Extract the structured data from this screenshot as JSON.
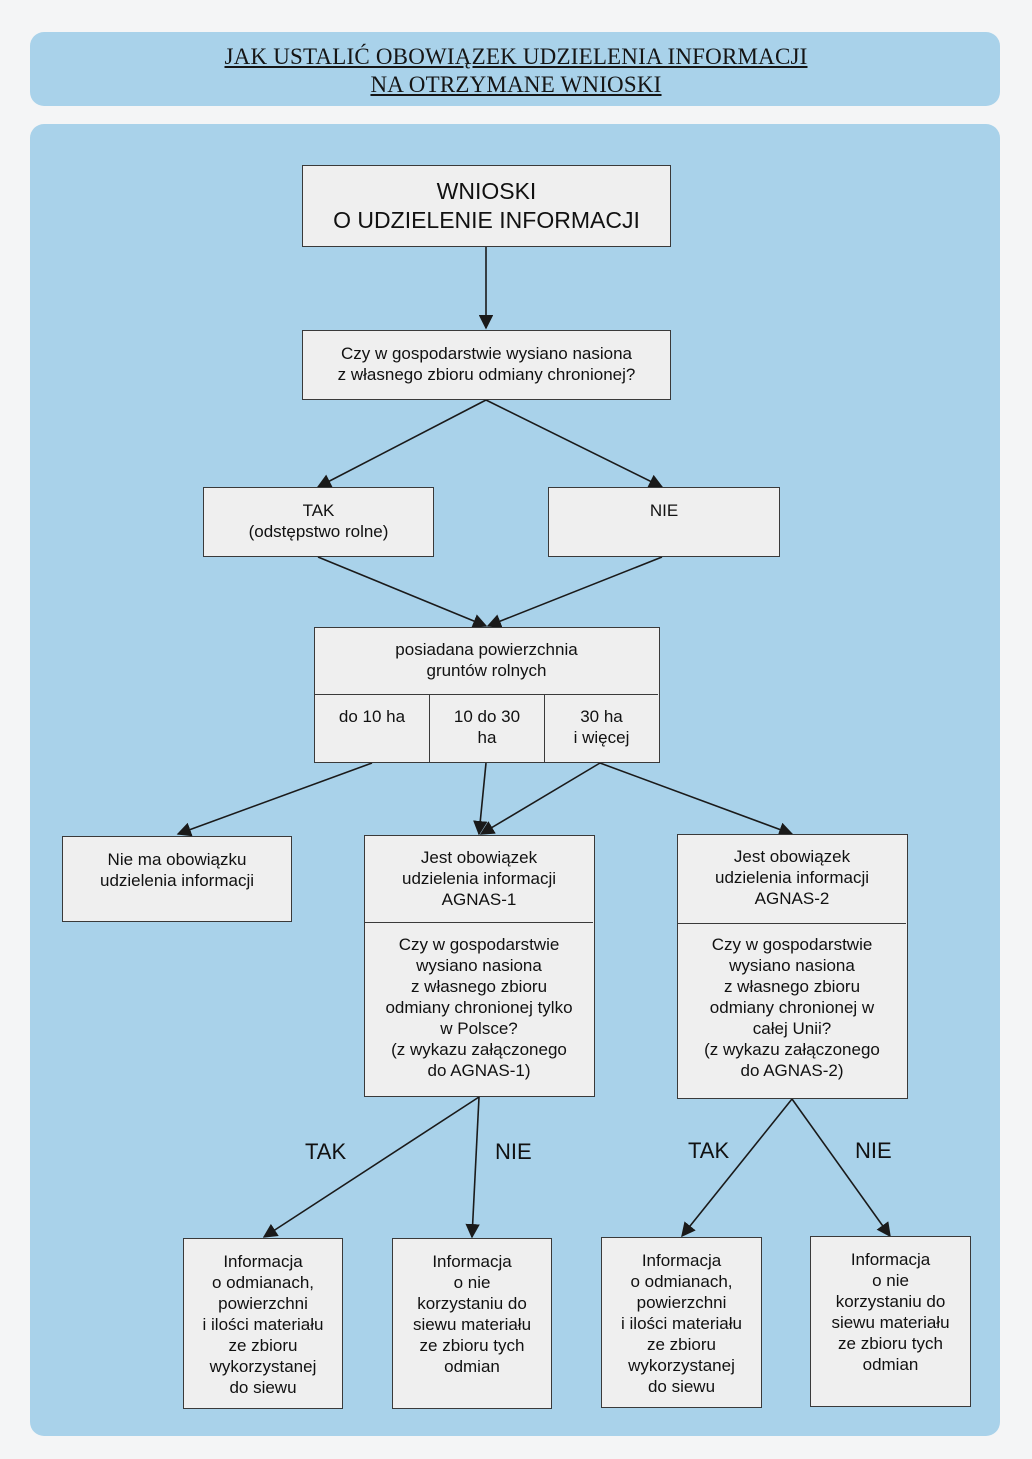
{
  "title": {
    "line1": "JAK USTALIĆ OBOWIĄZEK UDZIELENIA INFORMACJI",
    "line2": "NA OTRZYMANE WNIOSKI"
  },
  "nodes": {
    "start": "WNIOSKI\nO UDZIELENIE INFORMACJI",
    "question_seeds": "Czy w gospodarstwie wysiano nasiona\nz własnego zbioru odmiany chronionej?",
    "tak_box": "TAK\n(odstępstwo rolne)",
    "nie_box": "NIE",
    "area_header": "posiadana powierzchnia\ngruntów rolnych",
    "area_col1": "do 10 ha",
    "area_col2": "10 do 30\nha",
    "area_col3": "30 ha\ni więcej",
    "no_obligation": "Nie ma obowiązku\nudzielenia informacji",
    "agnas1_header": "Jest obowiązek\nudzielenia informacji\nAGNAS-1",
    "agnas1_question": "Czy w gospodarstwie\nwysiano nasiona\nz własnego zbioru\nodmiany chronionej tylko\nw Polsce?\n(z wykazu załączonego\ndo AGNAS-1)",
    "agnas2_header": "Jest obowiązek\nudzielenia informacji\nAGNAS-2",
    "agnas2_question": "Czy w gospodarstwie\nwysiano nasiona\nz własnego zbioru\nodmiany chronionej w\ncałej Unii?\n(z wykazu załączonego\ndo AGNAS-2)",
    "result_info_1": "Informacja\no odmianach,\npowierzchni\ni ilości materiału\nze zbioru\nwykorzystanej\ndo siewu",
    "result_none_1": "Informacja\no nie\nkorzystaniu do\nsiewu materiału\nze zbioru tych\nodmian",
    "result_info_2": "Informacja\no odmianach,\npowierzchni\ni ilości materiału\nze zbioru\nwykorzystanej\ndo siewu",
    "result_none_2": "Informacja\no nie\nkorzystaniu do\nsiewu materiału\nze zbioru tych\nodmian"
  },
  "branch_labels": {
    "tak_left": "TAK",
    "nie_left": "NIE",
    "tak_right": "TAK",
    "nie_right": "NIE"
  },
  "colors": {
    "panel": "#a9d2ea",
    "box": "#efefef",
    "line": "#1a1a1a"
  }
}
